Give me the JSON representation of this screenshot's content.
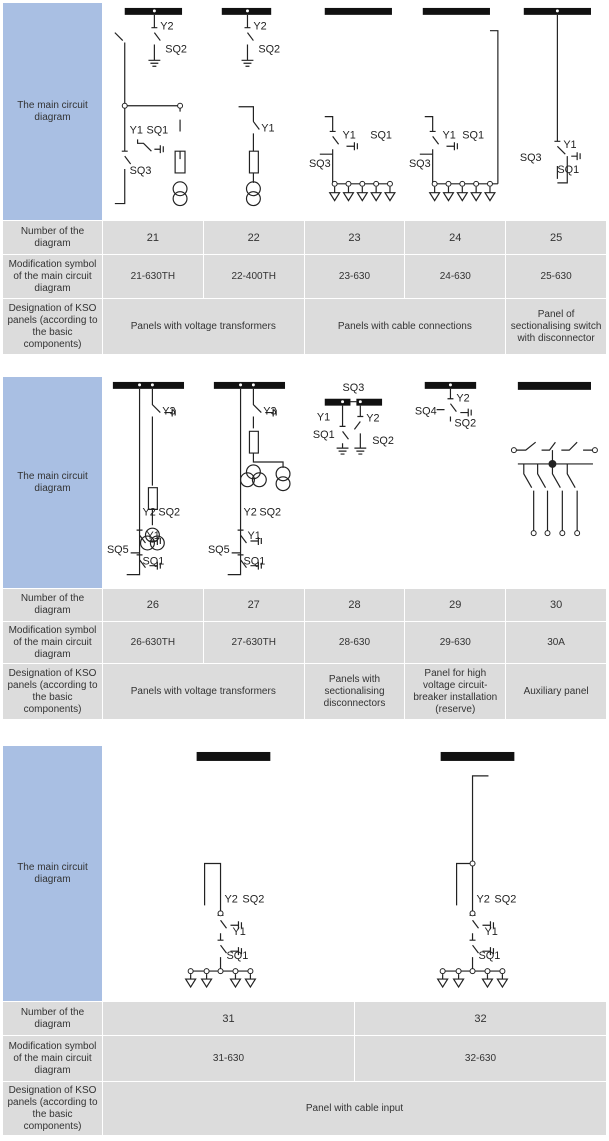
{
  "row_labels": {
    "main_circuit": "The main circuit diagram",
    "number": "Number of the diagram",
    "modification": "Modification symbol of the main circuit diagram",
    "designation": "Designation of KSO panels (according to the basic components)"
  },
  "table1": {
    "numbers": [
      "21",
      "22",
      "23",
      "24",
      "25"
    ],
    "modifications": [
      "21-630TH",
      "22-400TH",
      "23-630",
      "24-630",
      "25-630"
    ],
    "designations": [
      "Panels with voltage transformers",
      "Panels with cable connections",
      "Panel of sectionalising switch with disconnector"
    ]
  },
  "table2": {
    "numbers": [
      "26",
      "27",
      "28",
      "29",
      "30"
    ],
    "modifications": [
      "26-630TH",
      "27-630TH",
      "28-630",
      "29-630",
      "30A"
    ],
    "designations": [
      "Panels with voltage transformers",
      "Panels with sectionalising disconnectors",
      "Panel for high voltage circuit-breaker installation (reserve)",
      "Auxiliary panel"
    ]
  },
  "table3": {
    "numbers": [
      "31",
      "32"
    ],
    "modifications": [
      "31-630",
      "32-630"
    ],
    "designations": [
      "Panel with cable input"
    ]
  },
  "symbols": {
    "y1": "Y1",
    "y2": "Y2",
    "y3": "Y3",
    "sq1": "SQ1",
    "sq2": "SQ2",
    "sq3": "SQ3",
    "sq4": "SQ4",
    "sq5": "SQ5"
  }
}
